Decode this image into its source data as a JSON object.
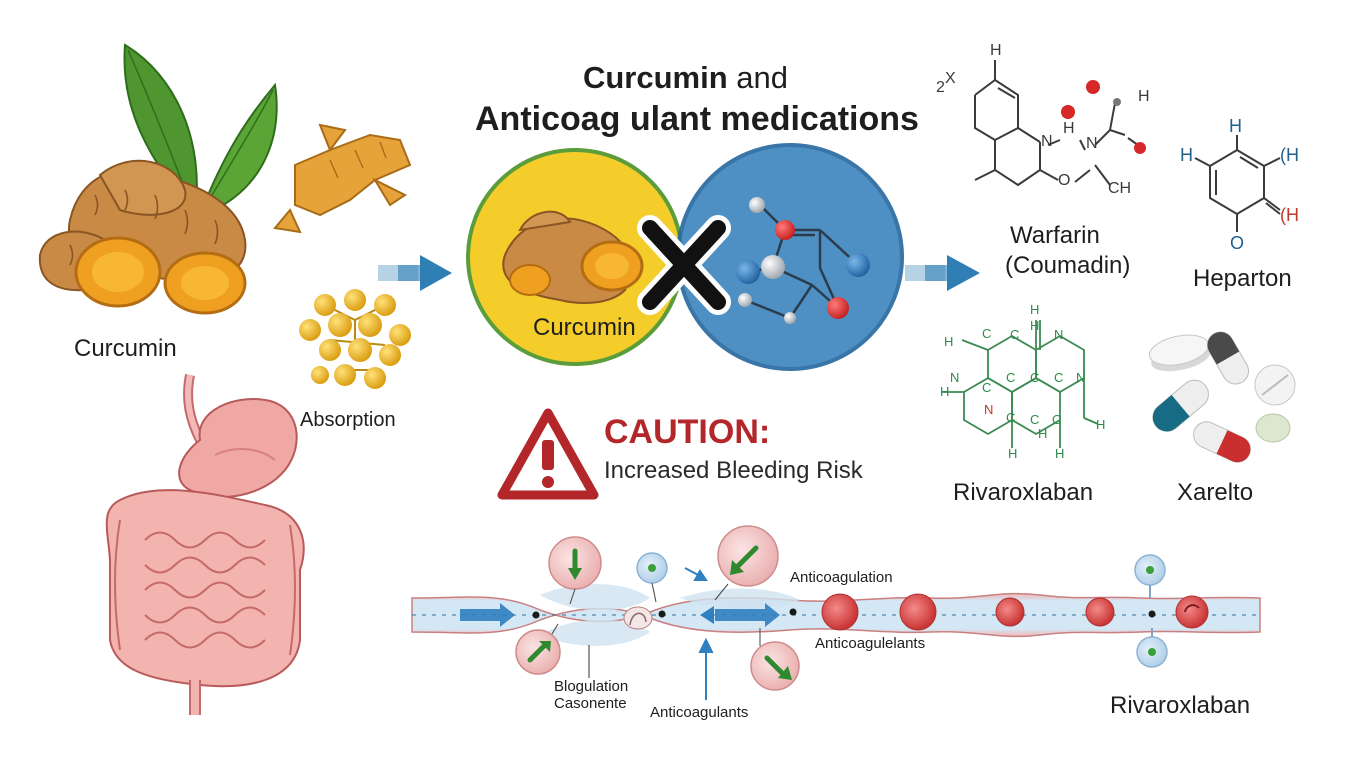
{
  "title": {
    "line1_bold": "Curcumin",
    "line1_rest": "and",
    "line2": "Anticoag ulant medications"
  },
  "labels": {
    "curcumin_left": "Curcumin",
    "absorption": "Absorption",
    "curcumin_circle": "Curcumin",
    "warfarin_line1": "Warfarin",
    "warfarin_line2": "(Coumadin)",
    "heparton": "Heparton",
    "rivaroxlaban_top": "Rivaroxlaban",
    "xarelto": "Xarelto",
    "caution_title": "CAUTION:",
    "caution_sub": "Increased Bleeding Risk",
    "vessel_anticoagulation": "Anticoagulation",
    "vessel_anticoagulelants": "Anticoagulelants",
    "vessel_blogulation": "Blogulation",
    "vessel_casonente": "Casonente",
    "vessel_anticoagulants": "Anticoagulants",
    "vessel_rivaroxlaban": "Rivaroxlaban"
  },
  "chem": {
    "warfarin_atoms": [
      "H",
      "2",
      "X",
      "H",
      "N",
      "H",
      "N",
      "O",
      "CH"
    ],
    "heparton_atoms": [
      "H",
      "H",
      "(H",
      "(H",
      "O"
    ],
    "rivaroxlaban_atoms": [
      "H",
      "C",
      "H",
      "C",
      "N",
      "C",
      "H",
      "N",
      "C",
      "C",
      "C",
      "N",
      "N",
      "C",
      "C",
      "C",
      "H",
      "H",
      "H",
      "H",
      "H"
    ]
  },
  "colors": {
    "curcumin_circle": "#f4cd2b",
    "curcumin_ring": "#5a9d3a",
    "drug_circle": "#3f87be",
    "arrow": "#2f7fb5",
    "caution": "#b3262a",
    "chem_green": "#2f8a4a",
    "vessel": "#dcebf5",
    "blood_cell": "#e05555",
    "turmeric": "#d98a1a",
    "leaf": "#4a8c2a"
  }
}
